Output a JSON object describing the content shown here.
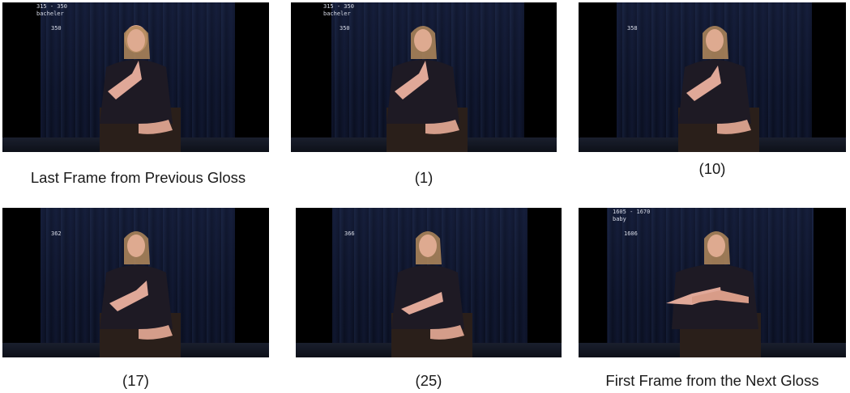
{
  "frames": [
    {
      "range": "315 - 350",
      "gloss": "bacheler",
      "frame_no": "350",
      "caption": "Last Frame from Previous Gloss",
      "pose": "hand-up"
    },
    {
      "range": "315 - 350",
      "gloss": "bacheler",
      "frame_no": "350",
      "caption": "(1)",
      "pose": "hand-up"
    },
    {
      "range": "",
      "gloss": "",
      "frame_no": "358",
      "caption": "(10)",
      "pose": "hand-up"
    },
    {
      "range": "",
      "gloss": "",
      "frame_no": "362",
      "caption": "(17)",
      "pose": "hand-mid"
    },
    {
      "range": "",
      "gloss": "",
      "frame_no": "366",
      "caption": "(25)",
      "pose": "hand-low"
    },
    {
      "range": "1605 - 1670",
      "gloss": "baby",
      "frame_no": "1606",
      "caption": "First Frame from the Next Gloss",
      "pose": "both-hands"
    }
  ]
}
